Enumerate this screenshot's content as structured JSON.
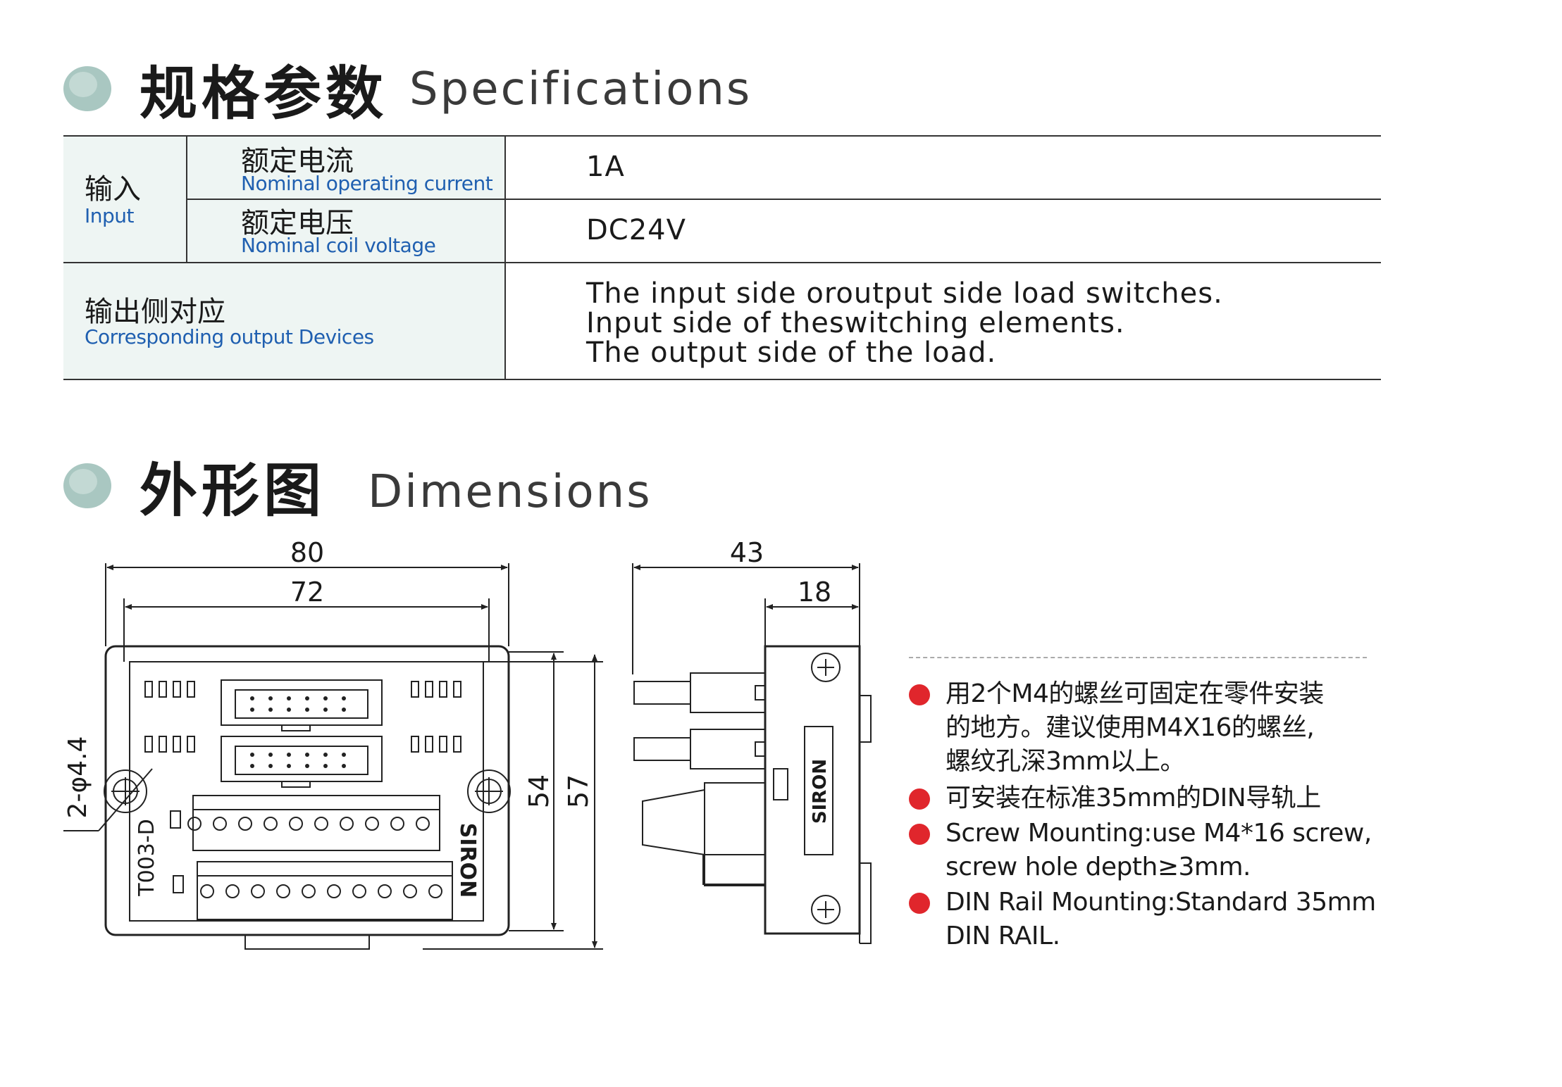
{
  "sections": {
    "specifications": {
      "title_cn": "规格参数",
      "title_en": "Specifications"
    },
    "dimensions": {
      "title_cn": "外形图",
      "title_en": "Dimensions"
    }
  },
  "spec_table": {
    "input_group": {
      "label_cn": "输入",
      "label_en": "Input"
    },
    "rows": [
      {
        "label_cn": "额定电流",
        "label_en": "Nominal operating current",
        "value": "1A"
      },
      {
        "label_cn": "额定电压",
        "label_en": "Nominal coil voltage",
        "value": "DC24V"
      }
    ],
    "output": {
      "label_cn": "输出侧对应",
      "label_en": "Corresponding output Devices",
      "value_lines": [
        "The input side oroutput side load switches.",
        "Input side of theswitching elements.",
        "The output side of the load."
      ]
    }
  },
  "drawing": {
    "front": {
      "dim_width_outer": "80",
      "dim_width_inner": "72",
      "dim_height_inner": "54",
      "dim_height_outer": "57",
      "hole_label": "2-φ4.4",
      "model_label": "T003-D",
      "brand_label": "SIRON"
    },
    "side": {
      "dim_depth": "43",
      "dim_depth_partial": "18",
      "brand_label": "SIRON"
    }
  },
  "notes": [
    [
      "用2个M4的螺丝可固定在零件安装",
      "的地方。建议使用M4X16的螺丝,",
      "螺纹孔深3mm以上。"
    ],
    [
      "可安装在标准35mm的DIN导轨上"
    ],
    [
      "Screw Mounting:use M4*16 screw,",
      "screw hole depth≥3mm."
    ],
    [
      "DIN Rail Mounting:Standard 35mm",
      "DIN RAIL."
    ]
  ],
  "colors": {
    "bullet": "#a9c7c1",
    "accent_dot": "#e0262c",
    "label_blue": "#1f5fb0",
    "table_tint": "#eef5f3"
  }
}
